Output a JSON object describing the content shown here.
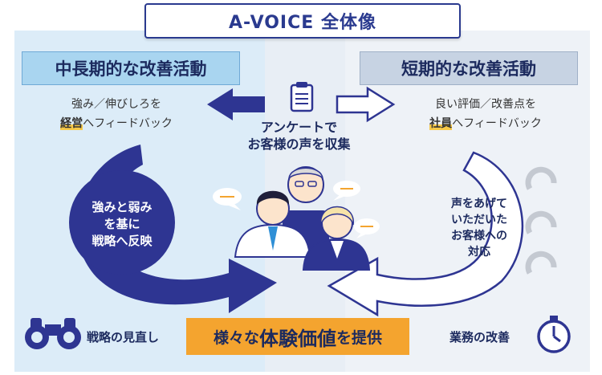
{
  "title": "A-VOICE 全体像",
  "left": {
    "heading": "中長期的な改善活動",
    "desc_line1": "強み／伸びしろを",
    "desc_emph": "経営",
    "desc_rest": "へフィードバック",
    "disc_lines": [
      "強みと弱み",
      "を基に",
      "戦略へ反映"
    ],
    "caption": "戦略の見直し"
  },
  "right": {
    "heading": "短期的な改善活動",
    "desc_line1": "良い評価／改善点を",
    "desc_emph": "社員",
    "desc_rest": "へフィードバック",
    "ring_lines": [
      "声をあげて",
      "いただいた",
      "お客様への",
      "対応"
    ],
    "caption": "業務の改善"
  },
  "center": {
    "lines": [
      "アンケートで",
      "お客様の声を収集"
    ]
  },
  "bottom": {
    "prefix": "様々な",
    "emph": "体験価値",
    "suffix": "を提供"
  },
  "colors": {
    "navy": "#2e3592",
    "orange": "#f4a42f",
    "light_blue": "#dcecf8"
  },
  "icons": [
    "clipboard-icon",
    "binoculars-icon",
    "stopwatch-icon",
    "cycle-arrows-icon",
    "people-illustration"
  ]
}
